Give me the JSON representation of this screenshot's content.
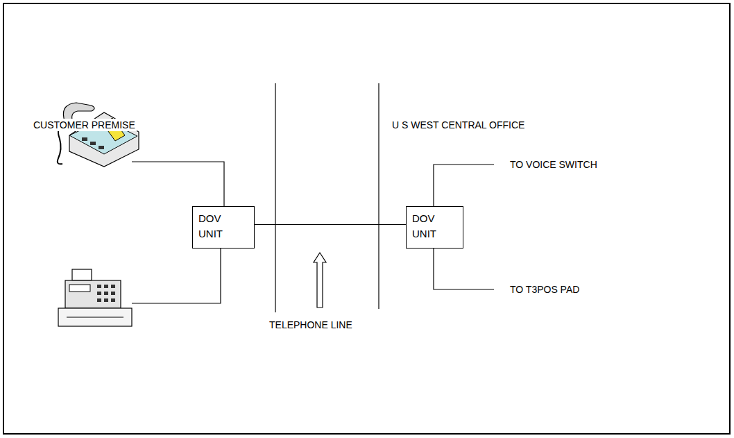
{
  "diagram": {
    "nodes": [
      {
        "text": [
          "DOV UNIT"
        ]
      },
      {
        "text": [
          "DOV UNIT"
        ]
      }
    ],
    "edges": [
      {
        "from": 0,
        "to": 1,
        "arrow": "none"
      }
    ],
    "labels": [
      "CUSTOMER PREMISE",
      "U S WEST CENTRAL OFFICE",
      "TO VOICE SWITCH",
      "TO T3POS PAD",
      "TELEPHONE LINE"
    ]
  }
}
